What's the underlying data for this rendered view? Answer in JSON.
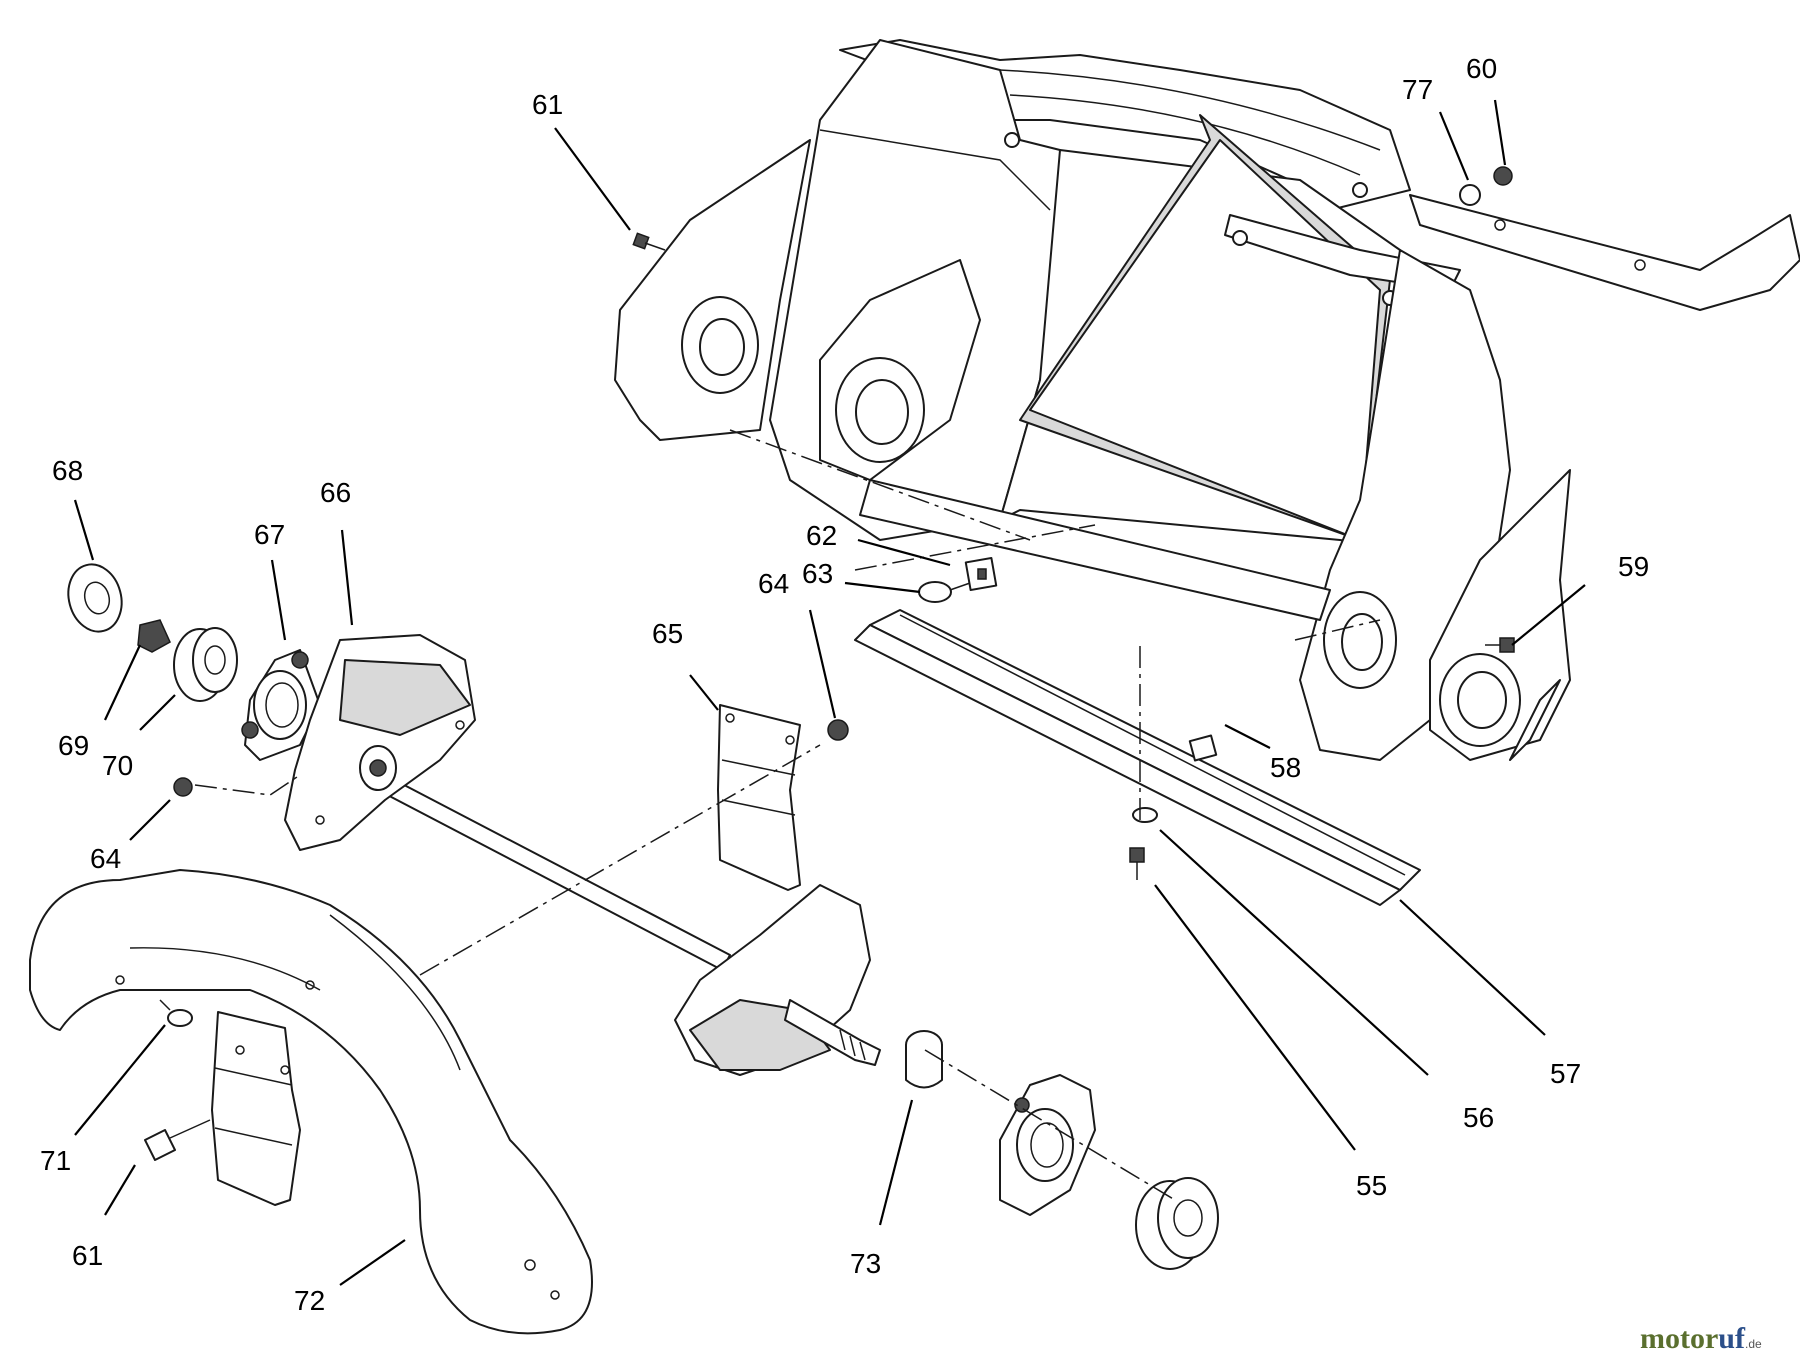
{
  "diagram": {
    "callouts": [
      {
        "id": "61a",
        "text": "61"
      },
      {
        "id": "60",
        "text": "60"
      },
      {
        "id": "77",
        "text": "77"
      },
      {
        "id": "68",
        "text": "68"
      },
      {
        "id": "66",
        "text": "66"
      },
      {
        "id": "67",
        "text": "67"
      },
      {
        "id": "62",
        "text": "62"
      },
      {
        "id": "63",
        "text": "63"
      },
      {
        "id": "64a",
        "text": "64"
      },
      {
        "id": "59",
        "text": "59"
      },
      {
        "id": "65",
        "text": "65"
      },
      {
        "id": "69",
        "text": "69"
      },
      {
        "id": "70",
        "text": "70"
      },
      {
        "id": "58",
        "text": "58"
      },
      {
        "id": "64b",
        "text": "64"
      },
      {
        "id": "57",
        "text": "57"
      },
      {
        "id": "56",
        "text": "56"
      },
      {
        "id": "55",
        "text": "55"
      },
      {
        "id": "71",
        "text": "71"
      },
      {
        "id": "61b",
        "text": "61"
      },
      {
        "id": "73",
        "text": "73"
      },
      {
        "id": "72",
        "text": "72"
      }
    ]
  },
  "logo": {
    "brand_a": "motor",
    "brand_b": "uf",
    "tld": ".de"
  }
}
